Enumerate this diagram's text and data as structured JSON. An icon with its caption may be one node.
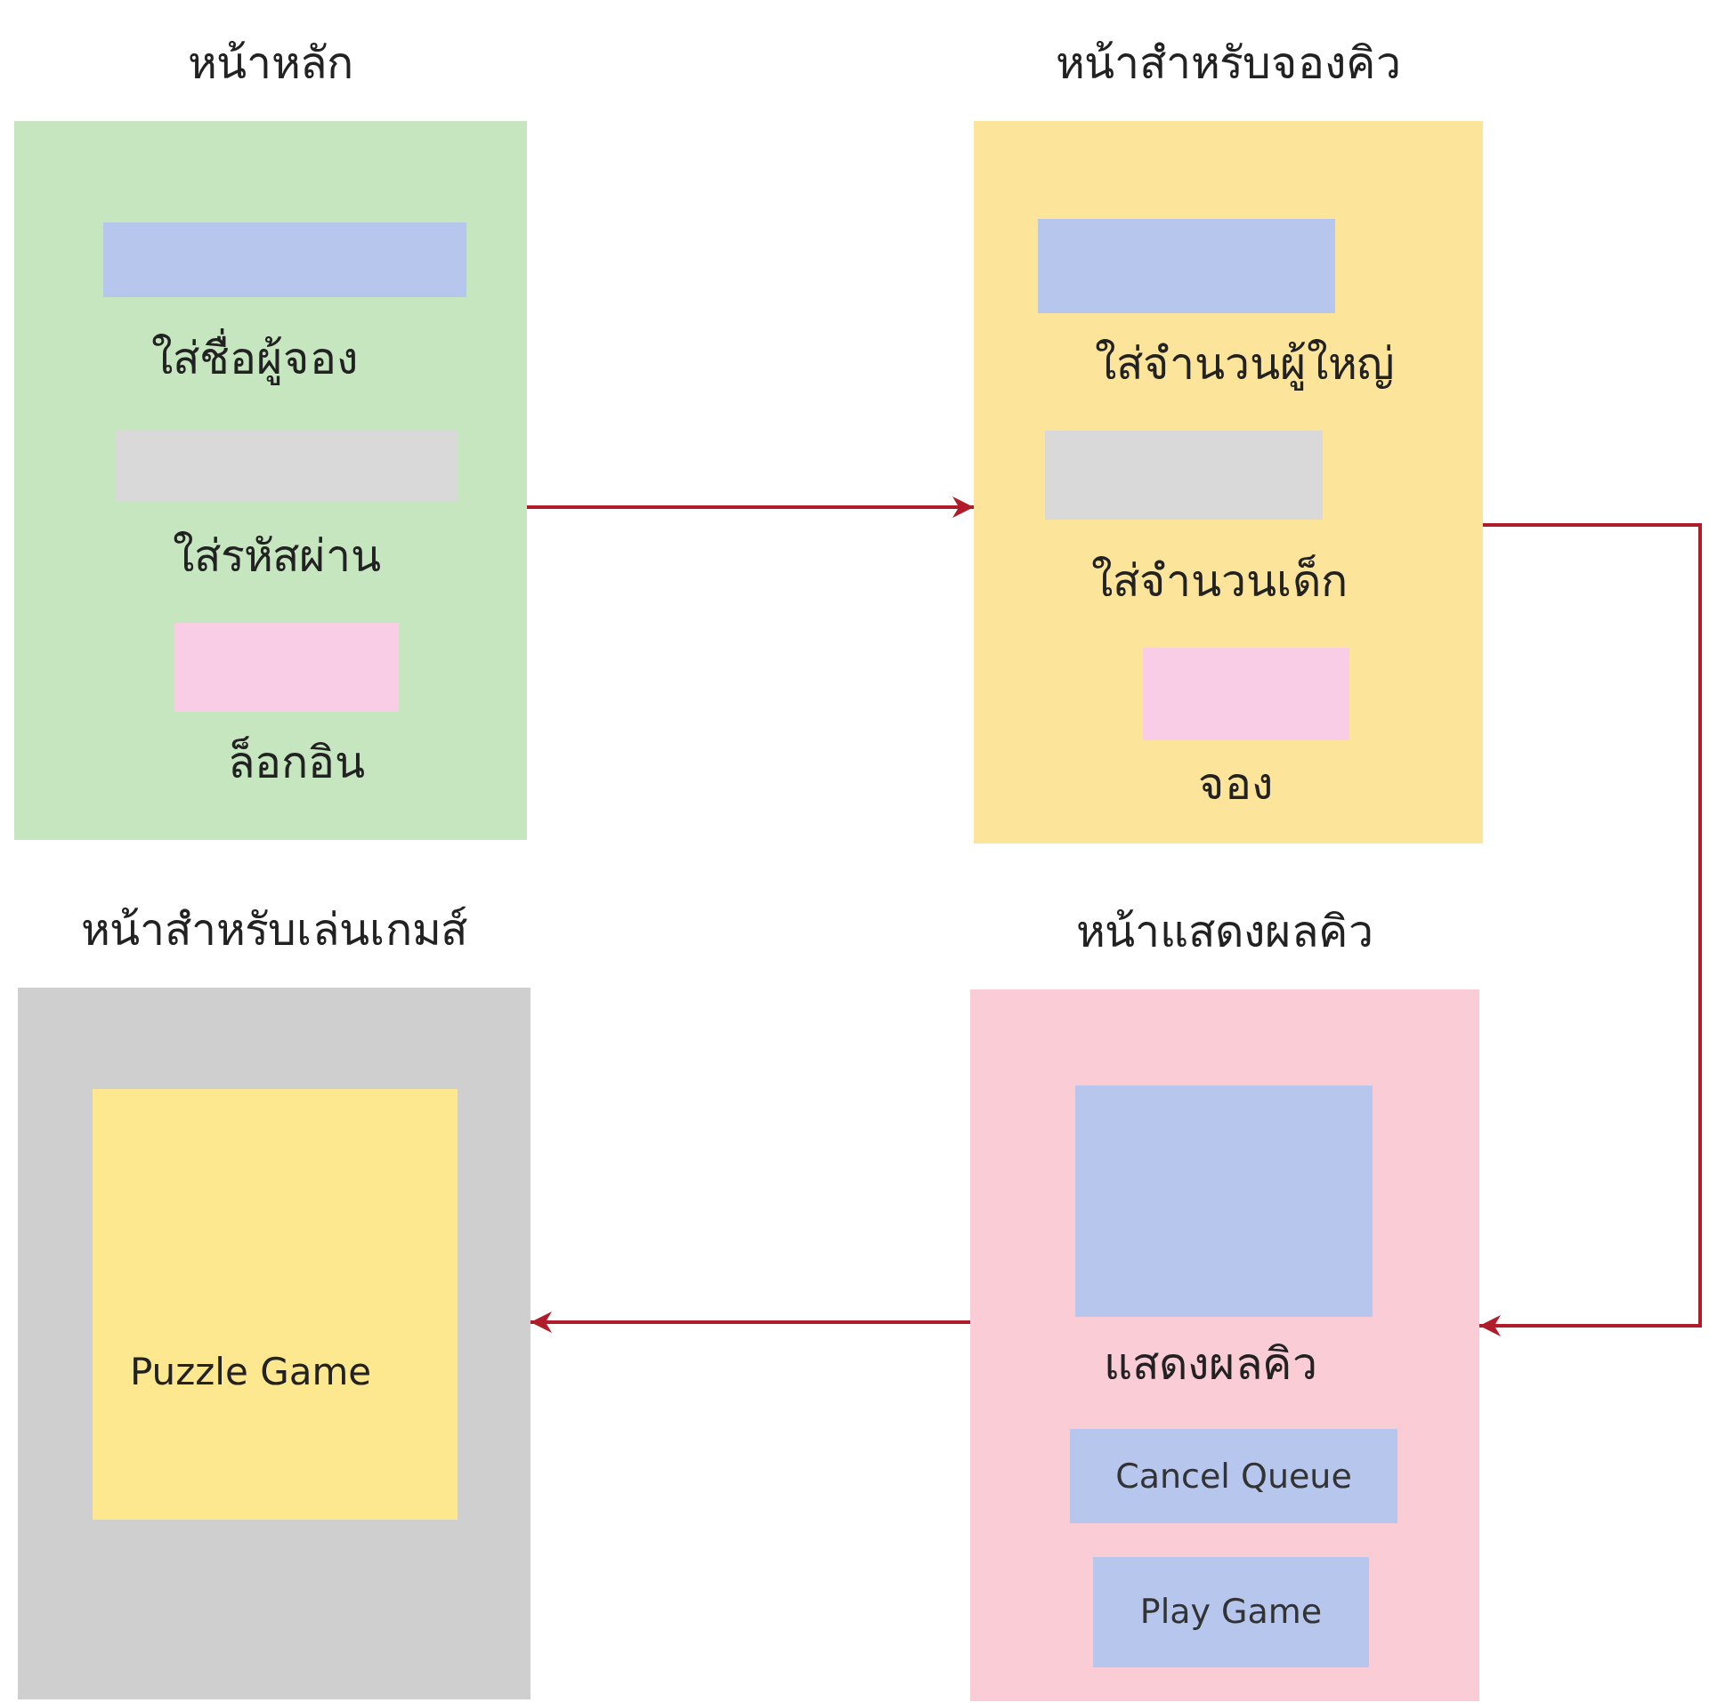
{
  "diagram": {
    "nodes": [
      {
        "text": [
          "หน้าหลัก"
        ]
      },
      {
        "text": [
          "ใส่ชื่อผู้จอง"
        ],
        "in": 0
      },
      {
        "text": [
          "ใส่รหัสผ่าน"
        ],
        "in": 0
      },
      {
        "text": [
          "ล็อกอิน"
        ],
        "in": 0
      },
      {
        "text": [
          "หน้าสำหรับจองคิว"
        ]
      },
      {
        "text": [
          "ใส่จำนวนผู้ใหญ่"
        ],
        "in": 4
      },
      {
        "text": [
          "ใส่จำนวนเด็ก"
        ],
        "in": 4
      },
      {
        "text": [
          "จอง"
        ],
        "in": 4
      },
      {
        "text": [
          "หน้าสำหรับเล่นเกมส์"
        ]
      },
      {
        "text": [
          "Puzzle Game"
        ],
        "in": 8
      },
      {
        "text": [
          "หน้าแสดงผลคิว"
        ]
      },
      {
        "text": [
          "แสดงผลคิว"
        ],
        "in": 10
      },
      {
        "text": [
          "Cancel Queue"
        ],
        "in": 10
      },
      {
        "text": [
          "Play Game"
        ],
        "in": 10
      }
    ],
    "edges": [
      {
        "from": 0,
        "to": 4,
        "arrow": "to"
      },
      {
        "from": 4,
        "to": 10,
        "arrow": "to"
      },
      {
        "from": 10,
        "to": 8,
        "arrow": "to"
      }
    ]
  }
}
